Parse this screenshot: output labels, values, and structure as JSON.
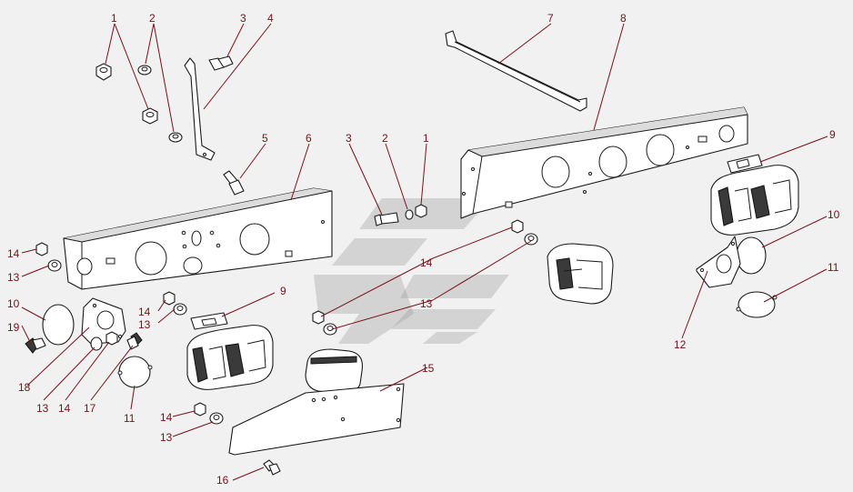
{
  "diagram": {
    "colors": {
      "background": "#f1f1f1",
      "line": "#1a1a1a",
      "callout": "#7a0f1a",
      "watermark": "#9c9c9c"
    },
    "callouts": [
      {
        "id": "c1a",
        "label": "1"
      },
      {
        "id": "c2a",
        "label": "2"
      },
      {
        "id": "c3a",
        "label": "3"
      },
      {
        "id": "c4",
        "label": "4"
      },
      {
        "id": "c5",
        "label": "5"
      },
      {
        "id": "c6",
        "label": "6"
      },
      {
        "id": "c3b",
        "label": "3"
      },
      {
        "id": "c2b",
        "label": "2"
      },
      {
        "id": "c1b",
        "label": "1"
      },
      {
        "id": "c7",
        "label": "7"
      },
      {
        "id": "c8",
        "label": "8"
      },
      {
        "id": "c9a",
        "label": "9"
      },
      {
        "id": "c10a",
        "label": "10"
      },
      {
        "id": "c11a",
        "label": "11"
      },
      {
        "id": "c12",
        "label": "12"
      },
      {
        "id": "c14a",
        "label": "14"
      },
      {
        "id": "c13a",
        "label": "13"
      },
      {
        "id": "c14b",
        "label": "14"
      },
      {
        "id": "c13b",
        "label": "13"
      },
      {
        "id": "c10b",
        "label": "10"
      },
      {
        "id": "c19",
        "label": "19"
      },
      {
        "id": "c14c",
        "label": "14"
      },
      {
        "id": "c13c",
        "label": "13"
      },
      {
        "id": "c9b",
        "label": "9"
      },
      {
        "id": "c18",
        "label": "18"
      },
      {
        "id": "c13d",
        "label": "13"
      },
      {
        "id": "c14d",
        "label": "14"
      },
      {
        "id": "c17",
        "label": "17"
      },
      {
        "id": "c11b",
        "label": "11"
      },
      {
        "id": "c14e",
        "label": "14"
      },
      {
        "id": "c13e",
        "label": "13"
      },
      {
        "id": "c15",
        "label": "15"
      },
      {
        "id": "c16",
        "label": "16"
      }
    ]
  }
}
